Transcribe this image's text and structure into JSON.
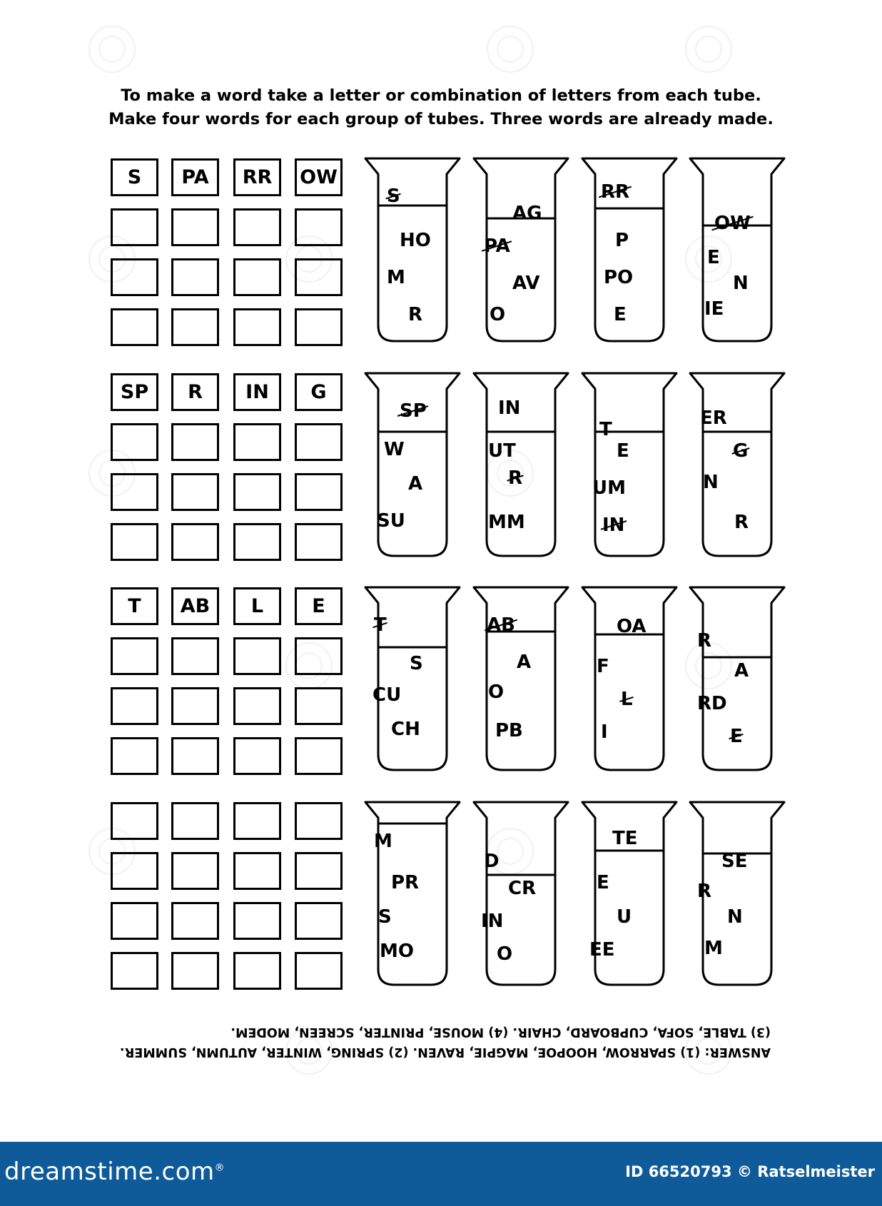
{
  "instructions": {
    "line1": "To make a word take a letter or combination of letters from each tube.",
    "line2": "Make four words for each group of tubes. Three words are already made."
  },
  "groups": [
    {
      "given": [
        "S",
        "PA",
        "RR",
        "OW"
      ],
      "tubes": [
        [
          {
            "t": "S",
            "used": true
          },
          {
            "t": "HO"
          },
          {
            "t": "M"
          },
          {
            "t": "R"
          }
        ],
        [
          {
            "t": "AG"
          },
          {
            "t": "PA",
            "used": true
          },
          {
            "t": "AV"
          },
          {
            "t": "O"
          }
        ],
        [
          {
            "t": "RR",
            "used": true
          },
          {
            "t": "P"
          },
          {
            "t": "PO"
          },
          {
            "t": "E"
          }
        ],
        [
          {
            "t": "OW",
            "used": true
          },
          {
            "t": "E"
          },
          {
            "t": "N"
          },
          {
            "t": "IE"
          }
        ]
      ]
    },
    {
      "given": [
        "SP",
        "R",
        "IN",
        "G"
      ],
      "tubes": [
        [
          {
            "t": "SP",
            "used": true
          },
          {
            "t": "W"
          },
          {
            "t": "A"
          },
          {
            "t": "SU"
          }
        ],
        [
          {
            "t": "IN"
          },
          {
            "t": "UT"
          },
          {
            "t": "R",
            "used": true
          },
          {
            "t": "MM"
          }
        ],
        [
          {
            "t": "T"
          },
          {
            "t": "E"
          },
          {
            "t": "UM"
          },
          {
            "t": "IN",
            "used": true
          }
        ],
        [
          {
            "t": "ER"
          },
          {
            "t": "G",
            "used": true
          },
          {
            "t": "N"
          },
          {
            "t": "R"
          }
        ]
      ]
    },
    {
      "given": [
        "T",
        "AB",
        "L",
        "E"
      ],
      "tubes": [
        [
          {
            "t": "T",
            "used": true
          },
          {
            "t": "S"
          },
          {
            "t": "CU"
          },
          {
            "t": "CH"
          }
        ],
        [
          {
            "t": "AB",
            "used": true
          },
          {
            "t": "A"
          },
          {
            "t": "O"
          },
          {
            "t": "PB"
          }
        ],
        [
          {
            "t": "OA"
          },
          {
            "t": "F"
          },
          {
            "t": "L",
            "used": true
          },
          {
            "t": "I"
          }
        ],
        [
          {
            "t": "R"
          },
          {
            "t": "A"
          },
          {
            "t": "RD"
          },
          {
            "t": "E",
            "used": true
          }
        ]
      ]
    },
    {
      "given": [
        "",
        "",
        "",
        ""
      ],
      "tubes": [
        [
          {
            "t": "M"
          },
          {
            "t": "PR"
          },
          {
            "t": "S"
          },
          {
            "t": "MO"
          }
        ],
        [
          {
            "t": "D"
          },
          {
            "t": "CR"
          },
          {
            "t": "IN"
          },
          {
            "t": "O"
          }
        ],
        [
          {
            "t": "TE"
          },
          {
            "t": "E"
          },
          {
            "t": "U"
          },
          {
            "t": "EE"
          }
        ],
        [
          {
            "t": "SE"
          },
          {
            "t": "R"
          },
          {
            "t": "N"
          },
          {
            "t": "M"
          }
        ]
      ]
    }
  ],
  "answer": {
    "line1": "ANSWER: (1) SPARROW, HOOPOE, MAGPIE, RAVEN. (2) SPRING, WINTER, AUTUMN, SUMMER.",
    "line2": "(3) TABLE, SOFA, CUPBOARD, CHAIR. (4) MOUSE, PRINTER, SCREEN, MODEM."
  },
  "footer": {
    "logo": "dreamstime.com",
    "logo_mark": "®",
    "id_text": "ID 66520793 © Ratselmeister",
    "bg_color": "#0f5b9a"
  }
}
